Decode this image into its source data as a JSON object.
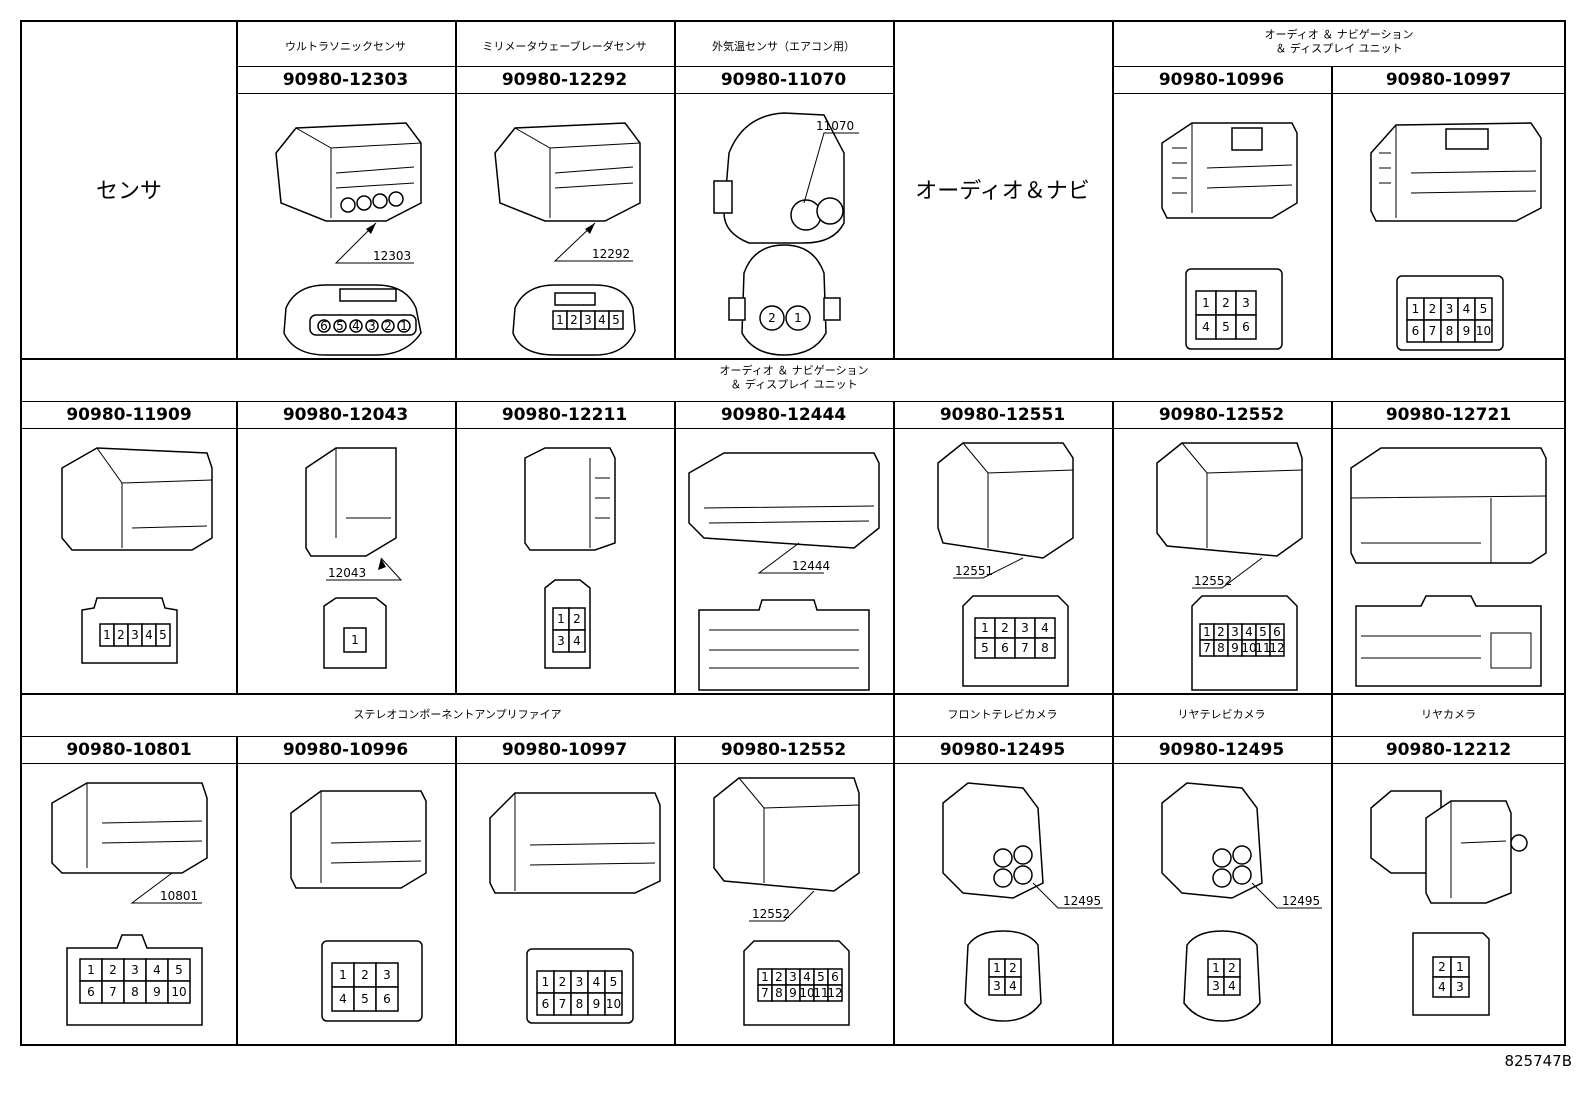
{
  "rows": [
    {
      "cells": [
        {
          "category": "センサ"
        },
        {
          "caption": "ウルトラソニックセンサ",
          "part": "90980-12303",
          "callout": "12303",
          "pins": [
            "6",
            "5",
            "4",
            "3",
            "2",
            "1"
          ]
        },
        {
          "caption": "ミリメータウェーブレーダセンサ",
          "part": "90980-12292",
          "callout": "12292",
          "pins": [
            "1",
            "2",
            "3",
            "4",
            "5"
          ]
        },
        {
          "caption": "外気温センサ（エアコン用）",
          "part": "90980-11070",
          "callout": "11070",
          "pins": [
            "2",
            "1"
          ]
        },
        {
          "category": "オーディオ＆ナビ"
        },
        {
          "caption": "オーディオ ＆ ナビゲーション\n＆ ディスプレイ ユニット",
          "part": "90980-10996",
          "pins": [
            "1",
            "2",
            "3",
            "4",
            "5",
            "6"
          ]
        },
        {
          "part": "90980-10997",
          "pins": [
            "1",
            "2",
            "3",
            "4",
            "5",
            "6",
            "7",
            "8",
            "9",
            "10"
          ]
        }
      ]
    },
    {
      "caption": "オーディオ ＆ ナビゲーション\n＆ ディスプレイ ユニット",
      "cells": [
        {
          "part": "90980-11909",
          "pins": [
            "1",
            "2",
            "3",
            "4",
            "5"
          ]
        },
        {
          "part": "90980-12043",
          "callout": "12043",
          "pins": [
            "1"
          ]
        },
        {
          "part": "90980-12211",
          "pins": [
            "1",
            "2",
            "3",
            "4"
          ]
        },
        {
          "part": "90980-12444",
          "callout": "12444"
        },
        {
          "part": "90980-12551",
          "callout": "12551",
          "pins": [
            "1",
            "2",
            "3",
            "4",
            "5",
            "6",
            "7",
            "8"
          ]
        },
        {
          "part": "90980-12552",
          "callout": "12552",
          "pins": [
            "1",
            "2",
            "3",
            "4",
            "5",
            "6",
            "7",
            "8",
            "9",
            "10",
            "11",
            "12"
          ]
        },
        {
          "part": "90980-12721"
        }
      ]
    },
    {
      "captions": [
        "ステレオコンポーネントアンプリファイア",
        "フロントテレビカメラ",
        "リヤテレビカメラ",
        "リヤカメラ"
      ],
      "cells": [
        {
          "part": "90980-10801",
          "callout": "10801",
          "pins": [
            "1",
            "2",
            "3",
            "4",
            "5",
            "6",
            "7",
            "8",
            "9",
            "10"
          ]
        },
        {
          "part": "90980-10996",
          "pins": [
            "1",
            "2",
            "3",
            "4",
            "5",
            "6"
          ]
        },
        {
          "part": "90980-10997",
          "pins": [
            "1",
            "2",
            "3",
            "4",
            "5",
            "6",
            "7",
            "8",
            "9",
            "10"
          ]
        },
        {
          "part": "90980-12552",
          "callout": "12552",
          "pins": [
            "1",
            "2",
            "3",
            "4",
            "5",
            "6",
            "7",
            "8",
            "9",
            "10",
            "11",
            "12"
          ]
        },
        {
          "part": "90980-12495",
          "callout": "12495",
          "pins": [
            "1",
            "2",
            "3",
            "4"
          ]
        },
        {
          "part": "90980-12495",
          "callout": "12495",
          "pins": [
            "1",
            "2",
            "3",
            "4"
          ]
        },
        {
          "part": "90980-12212",
          "pins": [
            "2",
            "1",
            "4",
            "3"
          ]
        }
      ]
    }
  ],
  "doc_id": "825747B"
}
